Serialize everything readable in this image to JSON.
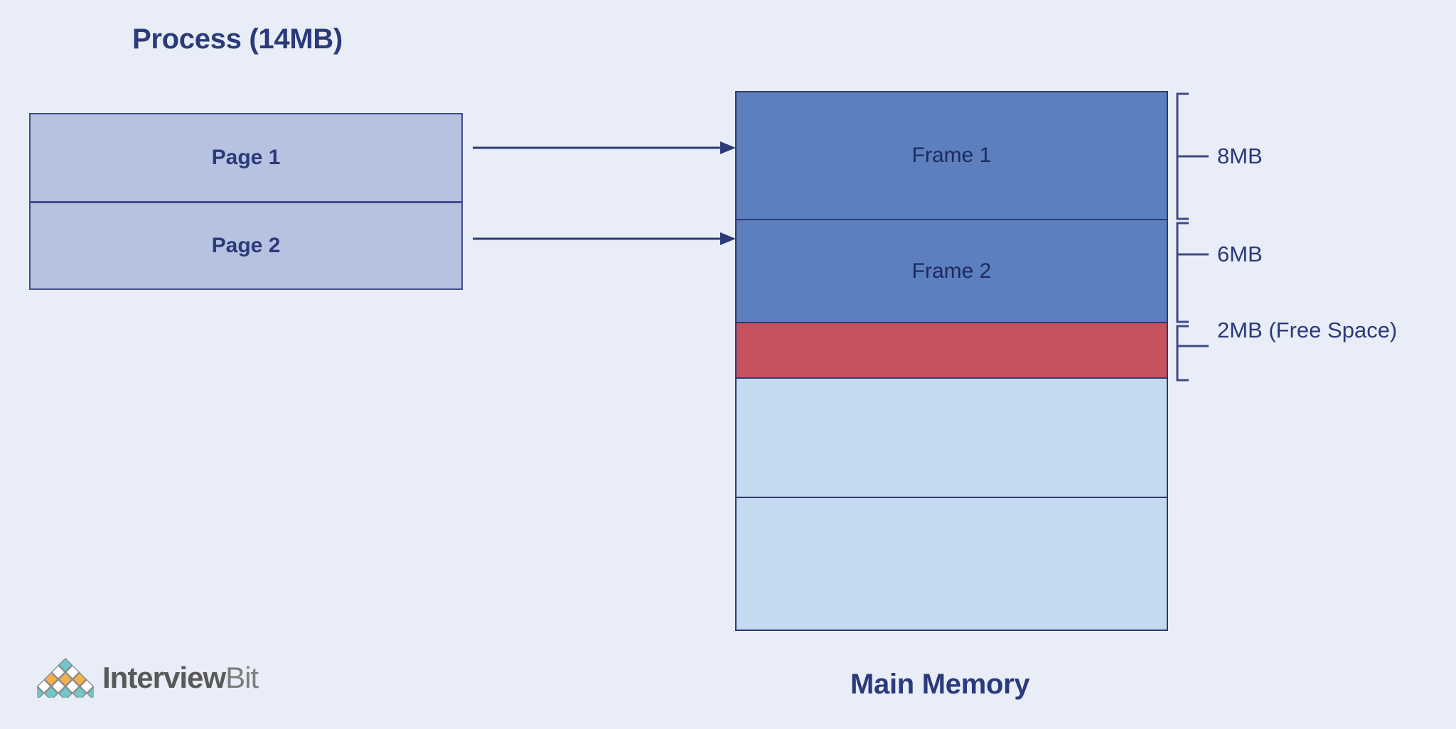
{
  "diagram": {
    "title_left": "Process (14MB)",
    "title_right": "Main Memory"
  },
  "process": {
    "pages": [
      {
        "label": "Page 1"
      },
      {
        "label": "Page 2"
      }
    ]
  },
  "main_memory": {
    "rows": [
      {
        "label": "Frame 1",
        "fill": "#5b7fbf"
      },
      {
        "label": "Frame 2",
        "fill": "#5b7fbf"
      },
      {
        "label": "",
        "fill": "#c8515f"
      },
      {
        "label": "",
        "fill": "#c5d9f1"
      },
      {
        "label": "",
        "fill": "#c5d9f1"
      }
    ]
  },
  "brackets": [
    {
      "label": "8MB"
    },
    {
      "label": "6MB"
    },
    {
      "label": "2MB (Free Space)"
    }
  ],
  "arrows": [
    {
      "from": "Page 1",
      "to": "Frame 1"
    },
    {
      "from": "Page 2",
      "to": "Frame 2"
    }
  ],
  "logo": {
    "word_primary": "Interview",
    "word_secondary": "Bit",
    "diamond_colors": {
      "teal": "#6fc7c9",
      "orange": "#f4b04b",
      "white": "#ffffff",
      "stroke": "#8c8c8c"
    }
  },
  "colors": {
    "background": "#e8edf7",
    "navy_text": "#2b3a7a",
    "page_fill": "#b6c2e0",
    "page_border": "#414e8c",
    "frame_fill": "#5b7fbf",
    "free_space_fill": "#c8515f",
    "empty_fill": "#c5d9f1",
    "memory_border": "#303a6b"
  }
}
